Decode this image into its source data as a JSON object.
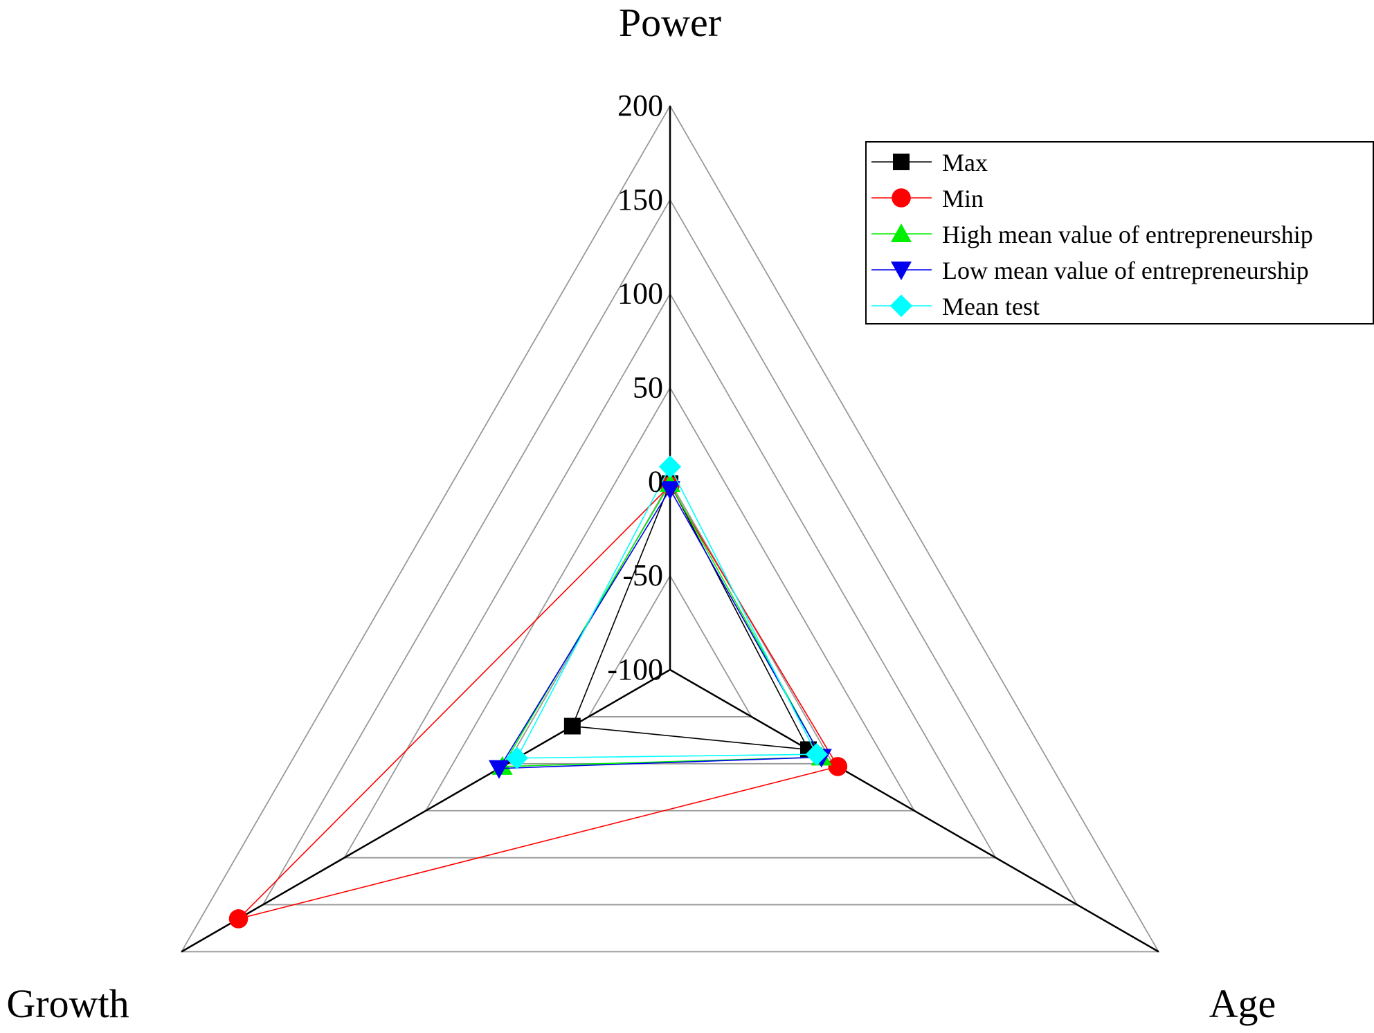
{
  "chart_data": {
    "type": "radar",
    "axes": [
      "Power",
      "Age",
      "Growth"
    ],
    "rlim": [
      -100,
      200
    ],
    "ticks": [
      "-100",
      "-50",
      "0",
      "50",
      "100",
      "150",
      "200"
    ],
    "tick_values": [
      -100,
      -50,
      0,
      50,
      100,
      150,
      200
    ],
    "grid": true,
    "legend_position": "top-right",
    "colors": {
      "grid": "#999999",
      "axis": "#000000",
      "Max": "#000000",
      "Min": "#ff0000",
      "High": "#00ee00",
      "Low": "#0000ee",
      "Mean": "#00ffff"
    },
    "series": [
      {
        "name": "Max",
        "marker": "square",
        "values": [
          -1,
          -15,
          -40
        ]
      },
      {
        "name": "Min",
        "marker": "circle",
        "values": [
          -2,
          3,
          165
        ]
      },
      {
        "name": "High mean value of entrepreneurship",
        "marker": "triangle-up",
        "values": [
          -1,
          -7,
          3
        ]
      },
      {
        "name": "Low mean value of entrepreneurship",
        "marker": "triangle-down",
        "values": [
          -4,
          -7,
          5
        ]
      },
      {
        "name": "Mean test",
        "marker": "diamond",
        "values": [
          8,
          -10,
          -6
        ]
      }
    ]
  }
}
